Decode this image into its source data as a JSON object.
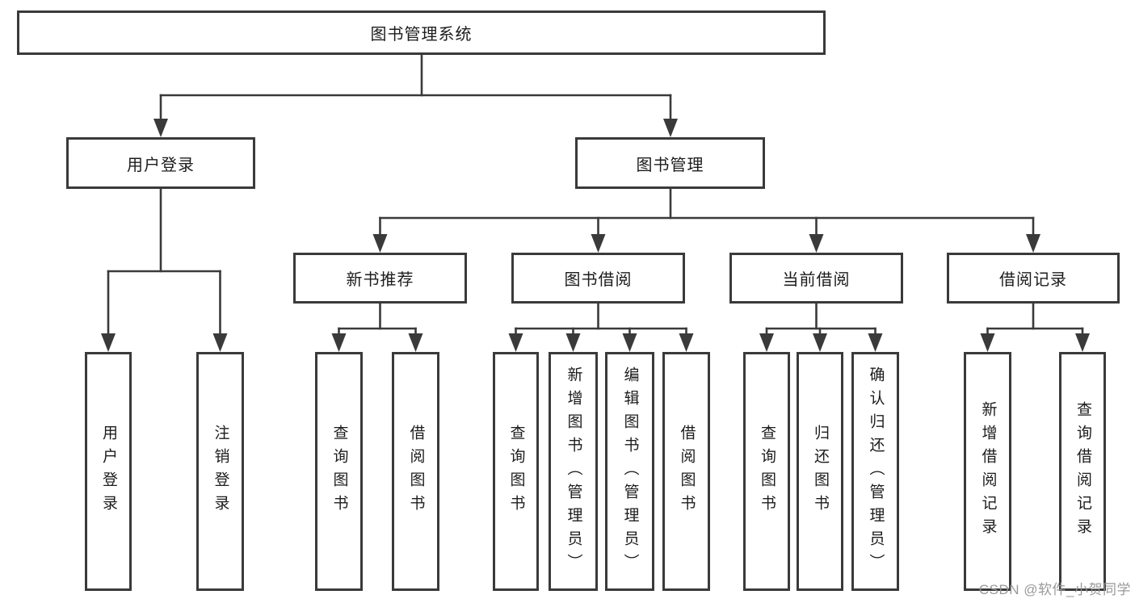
{
  "tree": {
    "root": {
      "label": "图书管理系统"
    },
    "children": [
      {
        "label": "用户登录",
        "children": [
          {
            "label": "用户登录"
          },
          {
            "label": "注销登录"
          }
        ]
      },
      {
        "label": "图书管理",
        "children": [
          {
            "label": "新书推荐",
            "children": [
              {
                "label": "查询图书"
              },
              {
                "label": "借阅图书"
              }
            ]
          },
          {
            "label": "图书借阅",
            "children": [
              {
                "label": "查询图书"
              },
              {
                "label": "新增图书（管理员）"
              },
              {
                "label": "编辑图书（管理员）"
              },
              {
                "label": "借阅图书"
              }
            ]
          },
          {
            "label": "当前借阅",
            "children": [
              {
                "label": "查询图书"
              },
              {
                "label": "归还图书"
              },
              {
                "label": "确认归还（管理员）"
              }
            ]
          },
          {
            "label": "借阅记录",
            "children": [
              {
                "label": "新增借阅记录"
              },
              {
                "label": "查询借阅记录"
              }
            ]
          }
        ]
      }
    ]
  },
  "watermark": {
    "text": "CSDN @软件_小贺同学"
  },
  "colors": {
    "line": "#3a3a3a",
    "border": "#3a3a3a",
    "text": "#1c1c1c",
    "watermark": "#949494",
    "background": "#ffffff"
  }
}
